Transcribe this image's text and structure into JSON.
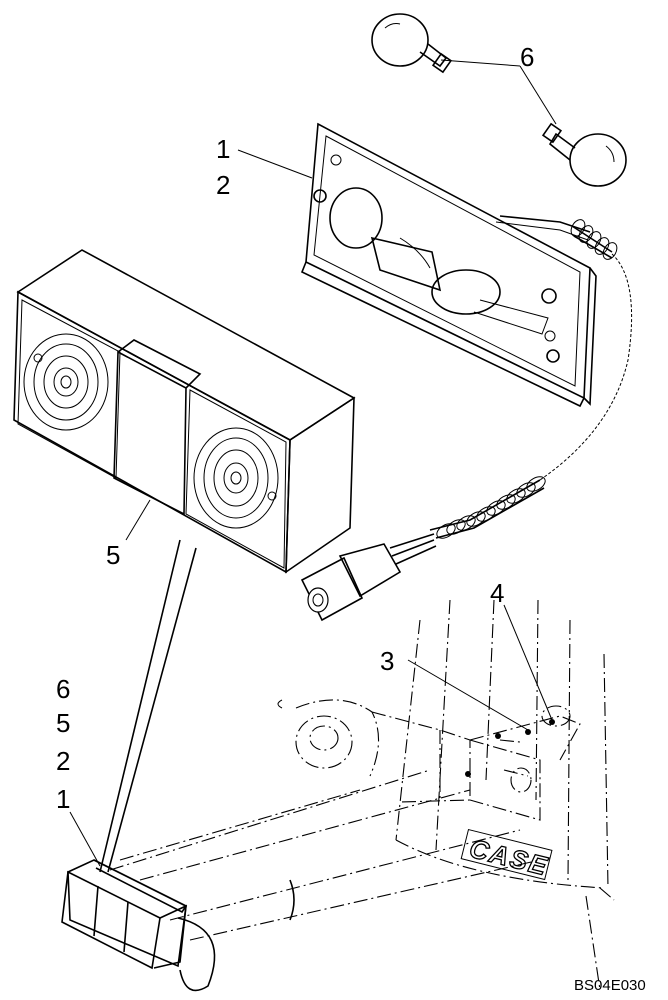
{
  "figure": {
    "reference_code": "BS04E030",
    "brand_mark": "CASE"
  },
  "callouts": {
    "bulbs": "6",
    "housing_part": "1",
    "housing_gasket": "2",
    "lens": "5",
    "bolt": "3",
    "nut": "4",
    "assembly_list": [
      "6",
      "5",
      "2",
      "1"
    ]
  }
}
